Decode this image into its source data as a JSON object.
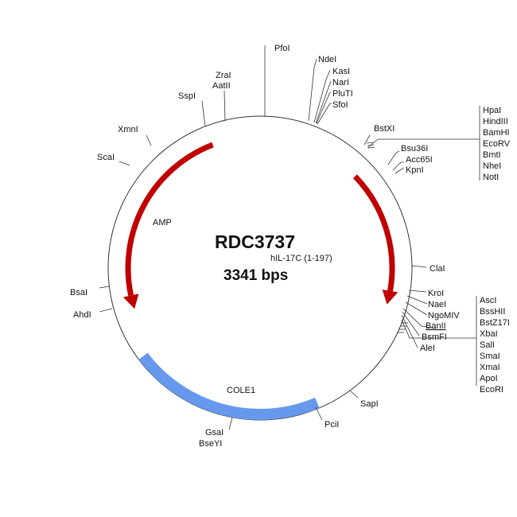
{
  "plasmid": {
    "name": "RDC3737",
    "size": "3341 bps"
  },
  "features": {
    "amp": "AMP",
    "insert": "hIL-17C (1-197)",
    "ori": "COLE1"
  },
  "colors": {
    "resistance": "#c00000",
    "ori": "#6699ee",
    "ring": "#333333"
  },
  "sites": {
    "top": [
      "PfoI",
      "NdeI",
      "KasI",
      "NarI",
      "PluTI",
      "SfoI",
      "ZraI",
      "AatII",
      "SspI",
      "XmnI",
      "ScaI",
      "BstXI",
      "Bsu36I",
      "Acc65I",
      "KpnI"
    ],
    "mcs1": [
      "HpaI",
      "HindIII",
      "BamHI",
      "EcoRV",
      "BmtI",
      "NheI",
      "NotI"
    ],
    "right": [
      "ClaI",
      "KroI",
      "NaeI",
      "NgoMIV",
      "BanII",
      "BsmFI",
      "AleI"
    ],
    "mcs2": [
      "AscI",
      "BssHII",
      "BstZ17I",
      "XbaI",
      "SalI",
      "SmaI",
      "XmaI",
      "ApoI",
      "EcoRI"
    ],
    "bottom": [
      "SapI",
      "PciI",
      "GsaI",
      "BseYI",
      "BsaI",
      "AhdI"
    ]
  }
}
